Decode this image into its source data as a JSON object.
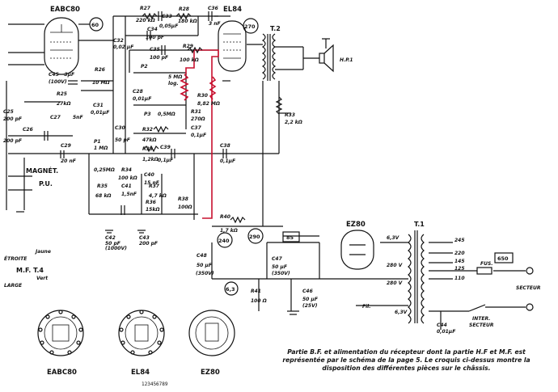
{
  "tubes": {
    "eabc80": "EABC80",
    "el84": "EL84",
    "ez80": "EZ80"
  },
  "nodes": {
    "n60": "60",
    "n270": "270",
    "n240": "240",
    "n290": "290",
    "n63": "6,3",
    "n85": "85",
    "n650": "650"
  },
  "parts": {
    "t2": "T.2",
    "hp1": "H.P.1",
    "t1": "T.1",
    "r27": "R27",
    "r27v": "220 kΩ",
    "c33": "C33",
    "c33v": "0,05μF",
    "r28": "R28",
    "r28v": "180 kΩ",
    "c36": "C36",
    "c36v": "3 nF",
    "c34": "C34",
    "c34v": "100 pF",
    "c32": "C32",
    "c32v": "0,02 μF",
    "c35": "C35",
    "c35v": "100 pF",
    "r29": "R29",
    "r29v": "100 kΩ",
    "r26": "R26",
    "r26v": "10 MΩ",
    "c45": "C45 - 3μF",
    "c45b": "(100V)",
    "r25": "R25",
    "r25v": "27kΩ",
    "c27": "C27",
    "c27v": "5nF",
    "c31": "C31",
    "c31v": "0,01μF",
    "c25": "C25",
    "c25v": "200 pF",
    "c26": "C26",
    "c26v": "200 pF",
    "p2": "P2",
    "p2v": "5 MΩ",
    "p2b": "log.",
    "c28": "C28",
    "c28v": "0,01μF",
    "p3": "P3",
    "p3v": "0,5MΩ",
    "r30": "R30",
    "r30v": "8,82 MΩ",
    "r31": "R31",
    "r31v": "270Ω",
    "c37": "C37",
    "c37v": "0,1μF",
    "c30": "C30",
    "c30v": "50 pF",
    "r32": "R32",
    "r32v": "47kΩ",
    "r33": "R33",
    "r33v": "1,2kΩ",
    "c39": "C39",
    "c39v": "0,1μF",
    "c38": "C38",
    "c38v": "0,1μF",
    "r33b": "R33",
    "r33bv": "2,2 kΩ",
    "c29": "C29",
    "c29v": "20 nF",
    "p1": "P1",
    "p1v": "1 MΩ",
    "magnet": "MAGNÉT.",
    "pu": "P.U.",
    "r34": "R34",
    "r34v": "100 kΩ",
    "r34b": "0,25MΩ",
    "c40": "C40",
    "c40v": "15 nF",
    "c41": "C41",
    "c41v": "1,5nF",
    "r35": "R35",
    "r35v": "68 kΩ",
    "r37": "R37",
    "r37v": "4,7 kΩ",
    "r36": "R36",
    "r36v": "15kΩ",
    "r38": "R38",
    "r38v": "100Ω",
    "r40": "R40",
    "r40v": "1,7 kΩ",
    "c42": "C42",
    "c42v": "50 pF",
    "c42b": "(1000V)",
    "c43": "C43",
    "c43v": "200 pF",
    "etroite": "ÉTROITE",
    "jaune": "Jaune",
    "mft4": "M.F. T.4",
    "vert": "Vert",
    "large": "LARGE",
    "c48": "C48",
    "c48v": "50 μF",
    "c48b": "(350V)",
    "c47": "C47",
    "c47v": "50 μF",
    "c47b": "(350V)",
    "r41": "R41",
    "r41v": "100 Ω",
    "c46": "C46",
    "c46v": "50 μF",
    "c46b": "(25V)",
    "v63": "6,3V",
    "v280a": "280 V",
    "v280b": "280 V",
    "v63b": "6,3V",
    "fil": "Fil.",
    "c44": "C44",
    "c44v": "0,01μF",
    "s245": "245",
    "s220": "220",
    "s145": "145",
    "s125": "125",
    "s110": "110",
    "fus": "FUS.",
    "secteur": "SECTEUR",
    "inter": "INTER.",
    "inter2": "SECTEUR"
  },
  "sockets": {
    "eabc80": "EABC80",
    "el84": "EL84",
    "ez80": "EZ80"
  },
  "caption": "Partie B.F. et alimentation du récepteur dont la partie H.F et M.F. est représentée par le schéma de la page 5. Le croquis ci-dessus montre la disposition des différentes pièces sur le châssis.",
  "footer": "123456789"
}
